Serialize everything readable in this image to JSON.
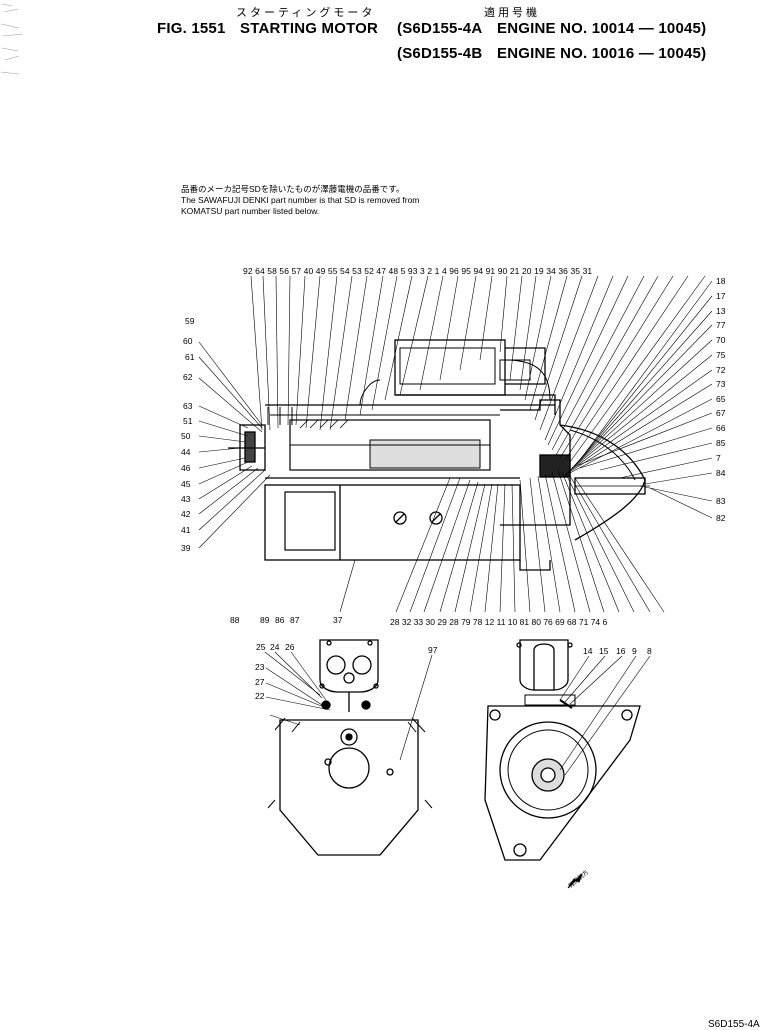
{
  "header": {
    "jp_title": "スターティングモータ",
    "jp_applicable": "適用号機",
    "fig_label": "FIG. 1551",
    "title": "STARTING MOTOR",
    "model_a": "(S6D155-4A",
    "engine_a": "ENGINE NO. 10014 — 10045)",
    "model_b": "(S6D155-4B",
    "engine_b": "ENGINE NO. 10016 — 10045)"
  },
  "note": {
    "jp": "品番のメーカ記号SDを除いたものが澤藤電機の品番です。",
    "line1": "The SAWAFUJI DENKI part number is that SD is removed from",
    "line2": "KOMATSU part number listed below."
  },
  "top_callouts": [
    "92",
    "64",
    "58",
    "56",
    "57",
    "40",
    "49",
    "55",
    "54",
    "53",
    "52",
    "47",
    "48",
    "5",
    "93",
    "3",
    "2",
    "1",
    "4",
    "96",
    "95",
    "94",
    "91",
    "90",
    "21",
    "20",
    "19",
    "34",
    "36",
    "35",
    "31"
  ],
  "right_callouts": [
    "18",
    "17",
    "13",
    "77",
    "70",
    "75",
    "72",
    "73",
    "65",
    "67",
    "66",
    "85",
    "7",
    "84",
    "83",
    "82"
  ],
  "left_callouts": [
    "59",
    "60",
    "61",
    "62",
    "63",
    "51",
    "50",
    "44",
    "46",
    "45",
    "43",
    "42",
    "41",
    "39"
  ],
  "bottom_callouts_left": [
    "88",
    "89",
    "86",
    "87",
    "37"
  ],
  "bottom_callouts_right": [
    "28",
    "32",
    "33",
    "30",
    "29",
    "28",
    "79",
    "78",
    "12",
    "11",
    "10",
    "81",
    "80",
    "76",
    "69",
    "68",
    "71",
    "74",
    "6"
  ],
  "lower_left_callouts": [
    "25",
    "24",
    "26",
    "23",
    "27",
    "22",
    "97"
  ],
  "lower_right_callouts": [
    "14",
    "15",
    "16",
    "9",
    "8"
  ],
  "engine_front_label": "機関前方",
  "footer": "S6D155-4A"
}
